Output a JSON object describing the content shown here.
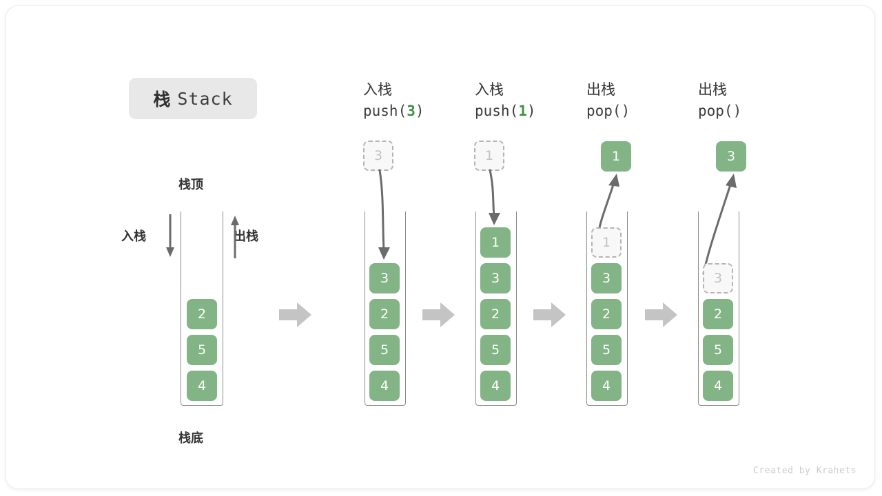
{
  "title": {
    "cn": "栈",
    "en": "Stack"
  },
  "labels": {
    "stack_top": "栈顶",
    "stack_bottom": "栈底",
    "push": "入栈",
    "pop": "出栈"
  },
  "colors": {
    "element_fill": "#82b485",
    "element_text": "#ffffff",
    "ghost_fill": "#f8f8f8",
    "ghost_border": "#b4b4b4",
    "ghost_text": "#c2c2c2",
    "wall": "#8a8a8a",
    "arrow": "#6b6b6b",
    "transition_arrow": "#c4c4c4",
    "code_number": "#3f9142",
    "chip_bg": "#e8e8e8"
  },
  "columns": [
    {
      "id": "initial",
      "head_cn": "",
      "head_code": "",
      "head_code_num": "",
      "stack": [
        "2",
        "5",
        "4"
      ],
      "ghost_in_stack": null,
      "floating": null
    },
    {
      "id": "push-3",
      "head_cn": "入栈",
      "head_code_prefix": "push(",
      "head_code_num": "3",
      "head_code_suffix": ")",
      "stack": [
        "3",
        "2",
        "5",
        "4"
      ],
      "ghost_in_stack": null,
      "floating": {
        "value": "3",
        "style": "ghost"
      }
    },
    {
      "id": "push-1",
      "head_cn": "入栈",
      "head_code_prefix": "push(",
      "head_code_num": "1",
      "head_code_suffix": ")",
      "stack": [
        "1",
        "3",
        "2",
        "5",
        "4"
      ],
      "ghost_in_stack": null,
      "floating": {
        "value": "1",
        "style": "ghost"
      }
    },
    {
      "id": "pop-1",
      "head_cn": "出栈",
      "head_code_prefix": "pop(",
      "head_code_num": "",
      "head_code_suffix": ")",
      "stack": [
        "3",
        "2",
        "5",
        "4"
      ],
      "ghost_in_stack": {
        "value": "1",
        "slot_from_top": 0
      },
      "floating": {
        "value": "1",
        "style": "filled"
      }
    },
    {
      "id": "pop-3",
      "head_cn": "出栈",
      "head_code_prefix": "pop(",
      "head_code_num": "",
      "head_code_suffix": ")",
      "stack": [
        "2",
        "5",
        "4"
      ],
      "ghost_in_stack": {
        "value": "3",
        "slot_from_top": 0
      },
      "floating": {
        "value": "3",
        "style": "filled"
      }
    }
  ],
  "footer": "Created by Krahets"
}
